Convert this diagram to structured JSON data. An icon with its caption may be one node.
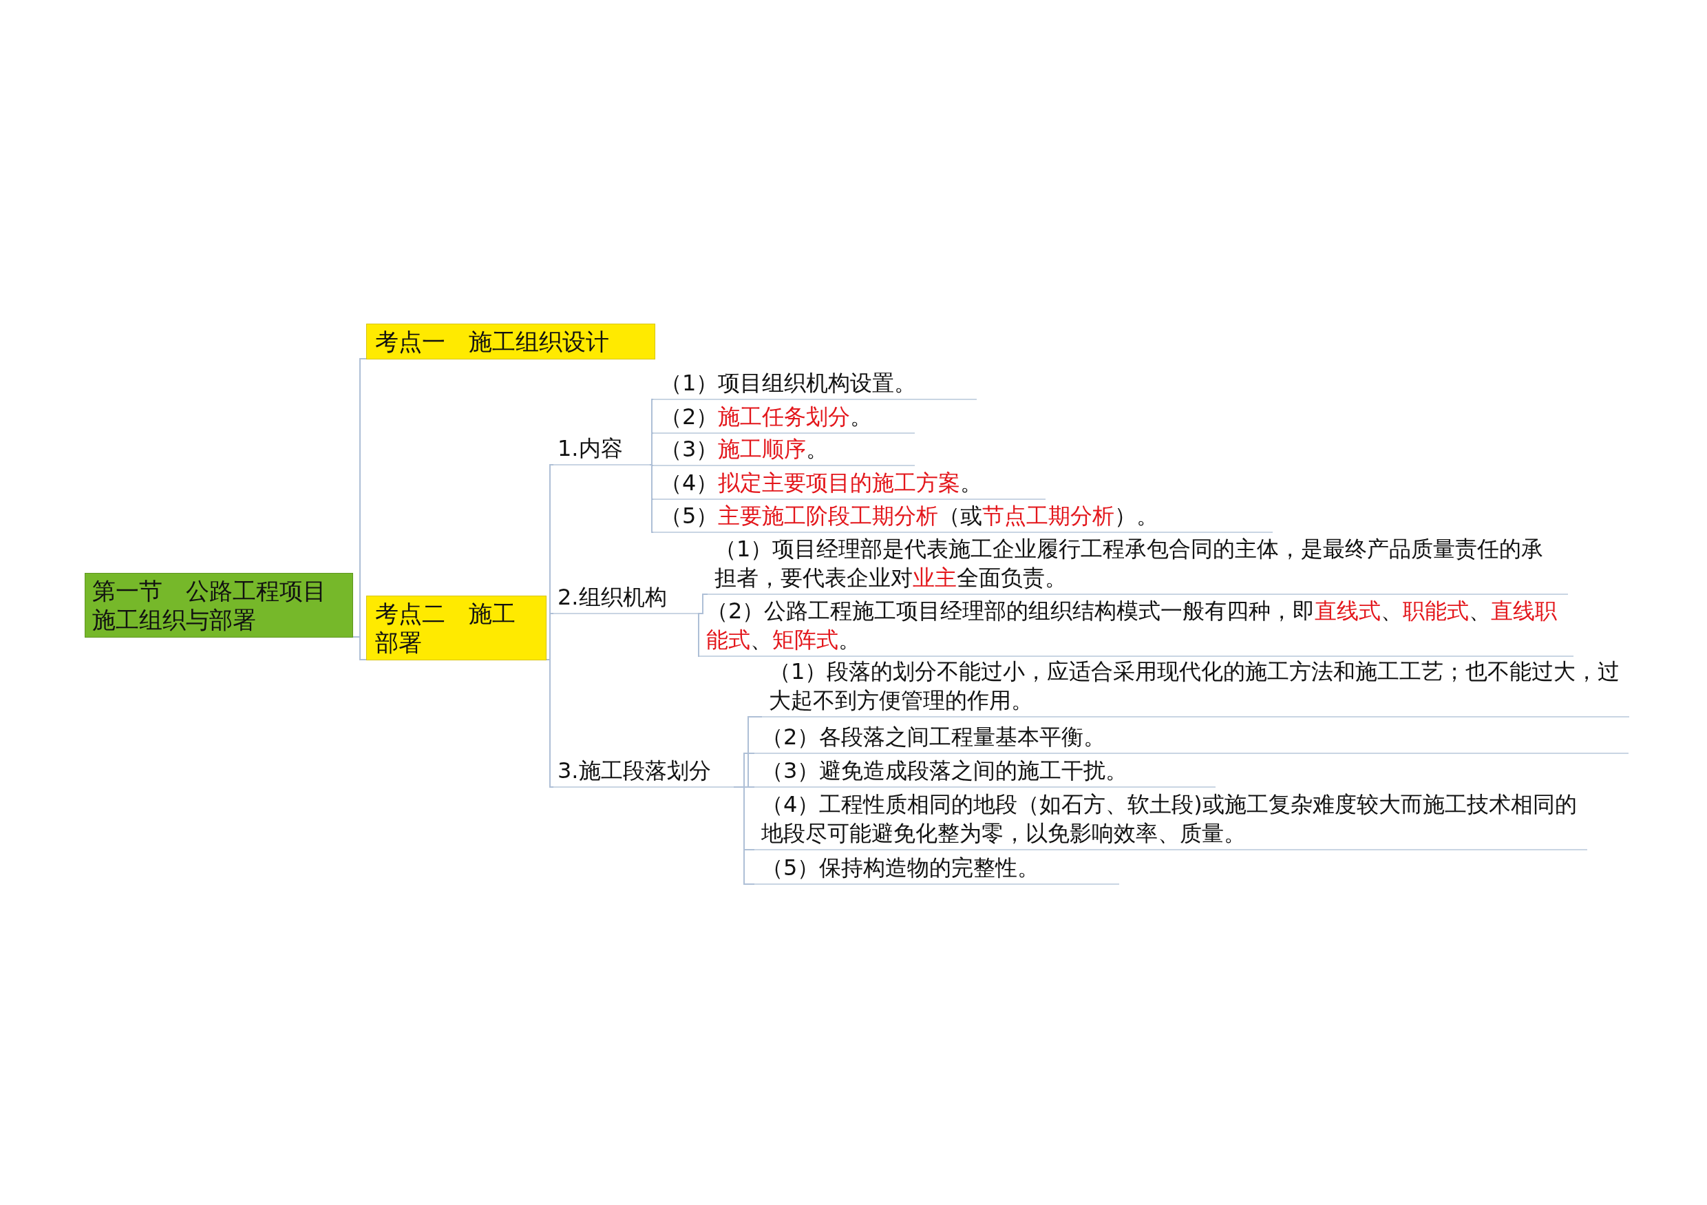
{
  "diagram": {
    "nodes": [
      {
        "text": [
          "第一节　公路工程项目施工组织与部署"
        ]
      },
      {
        "text": [
          "考点一　施工组织设计"
        ]
      },
      {
        "text": [
          "考点二　施工部署"
        ]
      },
      {
        "text": [
          "1.内容"
        ]
      },
      {
        "text": [
          "（1）项目组织机构设置。"
        ]
      },
      {
        "text": [
          "（2）**施工任务划分**。"
        ]
      },
      {
        "text": [
          "（3）**施工顺序**。"
        ]
      },
      {
        "text": [
          "（4）**拟定主要项目的施工方案**。"
        ]
      },
      {
        "text": [
          "（5）**主要施工阶段工期分析**（或**节点工期分析**）。"
        ]
      },
      {
        "text": [
          "2.组织机构"
        ]
      },
      {
        "text": [
          "（1）项目经理部是代表施工企业履行工程承包合同的主体，是最终产品质量责任的承担者，要代表企业对**业主**全面负责。"
        ]
      },
      {
        "text": [
          "（2）公路工程施工项目经理部的组织结构模式一般有四种，即**直线式**、**职能式**、**直线职能式**、**矩阵式**。"
        ]
      },
      {
        "text": [
          "3.施工段落划分"
        ]
      },
      {
        "text": [
          "（1）段落的划分不能过小，应适合采用现代化的施工方法和施工工艺；也不能过大，过大起不到方便管理的作用。"
        ]
      },
      {
        "text": [
          "（2）各段落之间工程量基本平衡。"
        ]
      },
      {
        "text": [
          "（3）避免造成段落之间的施工干扰。"
        ]
      },
      {
        "text": [
          "（4）工程性质相同的地段（如石方、软土段)或施工复杂难度较大而施工技术相同的地段尽可能避免化整为零，以免影响效率、质量。"
        ]
      },
      {
        "text": [
          "（5）保持构造物的完整性。"
        ]
      }
    ],
    "edges": [
      {
        "from": 0,
        "to": 1,
        "arrow": "none"
      },
      {
        "from": 0,
        "to": 2,
        "arrow": "none"
      },
      {
        "from": 2,
        "to": 3,
        "arrow": "none"
      },
      {
        "from": 2,
        "to": 9,
        "arrow": "none"
      },
      {
        "from": 2,
        "to": 12,
        "arrow": "none"
      },
      {
        "from": 3,
        "to": 4,
        "arrow": "none"
      },
      {
        "from": 3,
        "to": 5,
        "arrow": "none"
      },
      {
        "from": 3,
        "to": 6,
        "arrow": "none"
      },
      {
        "from": 3,
        "to": 7,
        "arrow": "none"
      },
      {
        "from": 3,
        "to": 8,
        "arrow": "none"
      },
      {
        "from": 9,
        "to": 10,
        "arrow": "none"
      },
      {
        "from": 9,
        "to": 11,
        "arrow": "none"
      },
      {
        "from": 12,
        "to": 13,
        "arrow": "none"
      },
      {
        "from": 12,
        "to": 14,
        "arrow": "none"
      },
      {
        "from": 12,
        "to": 15,
        "arrow": "none"
      },
      {
        "from": 12,
        "to": 16,
        "arrow": "none"
      },
      {
        "from": 12,
        "to": 17,
        "arrow": "none"
      }
    ]
  }
}
